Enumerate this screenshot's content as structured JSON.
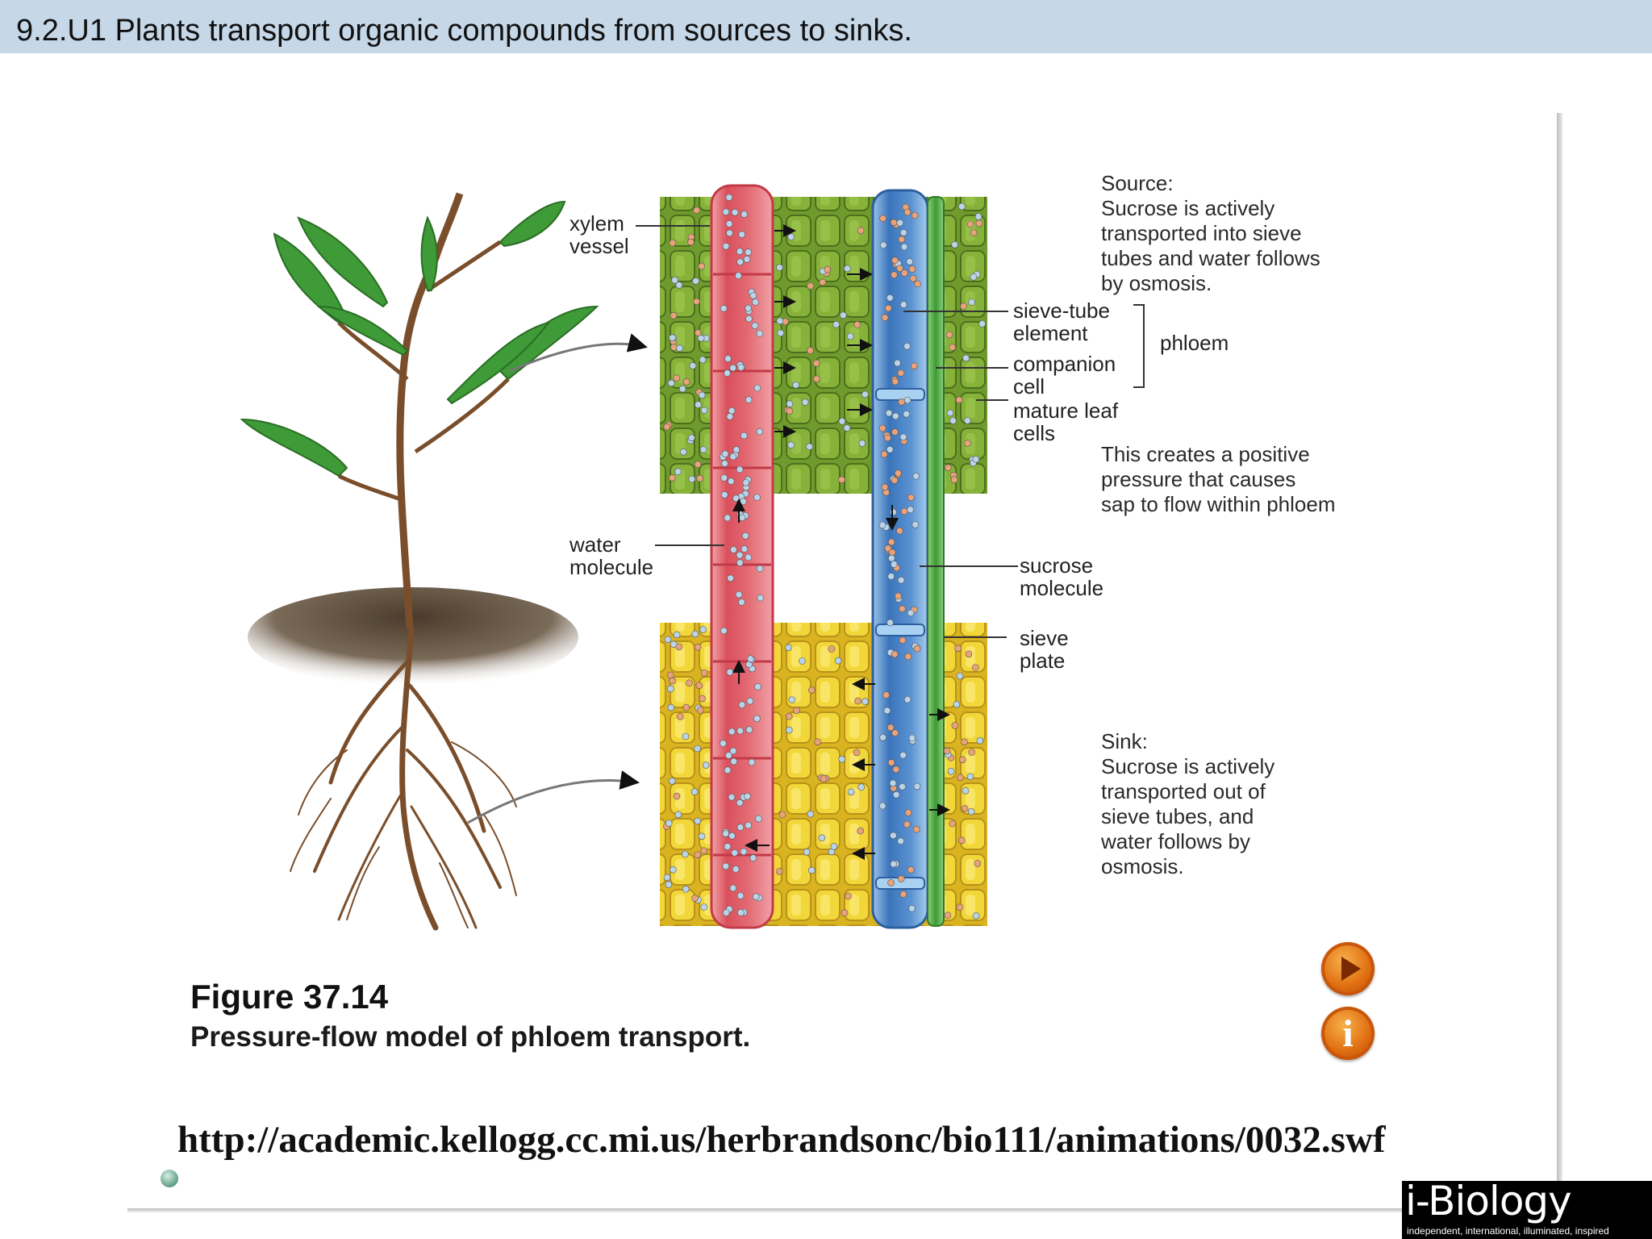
{
  "slide": {
    "title": "9.2.U1 Plants transport organic compounds from sources to sinks."
  },
  "diagram": {
    "labels": {
      "xylem_vessel": [
        "xylem",
        "vessel"
      ],
      "water_molecule": [
        "water",
        "molecule"
      ],
      "sieve_tube_element": [
        "sieve-tube",
        "element"
      ],
      "companion_cell": [
        "companion",
        "cell"
      ],
      "phloem": "phloem",
      "mature_leaf_cells": [
        "mature leaf",
        "cells"
      ],
      "sucrose_molecule": [
        "sucrose",
        "molecule"
      ],
      "sieve_plate": [
        "sieve",
        "plate"
      ]
    },
    "source_text": [
      "Source:",
      "Sucrose is actively",
      "transported into sieve",
      "tubes and water follows",
      "by osmosis."
    ],
    "pressure_text": [
      "This creates a positive",
      "pressure that causes",
      "sap to flow within phloem"
    ],
    "sink_text": [
      "Sink:",
      "Sucrose is actively",
      "transported out of",
      "sieve tubes, and",
      "water follows by",
      "osmosis."
    ],
    "colors": {
      "leaf_cells": "#6f9a2e",
      "root_cells": "#e5c72a",
      "xylem": "#e0707a",
      "phloem": "#4f86c6",
      "companion": "#4aa843"
    }
  },
  "figure": {
    "number": "Figure 37.14",
    "caption": "Pressure-flow model of phloem transport."
  },
  "link": {
    "url": "http://academic.kellogg.cc.mi.us/herbrandsonc/bio111/animations/0032.swf"
  },
  "controls": {
    "play_icon": "play-icon",
    "info_icon": "info-icon",
    "info_glyph": "i"
  },
  "logo": {
    "main": "i-Biology",
    "tagline": "independent, international, illuminated, inspired"
  }
}
